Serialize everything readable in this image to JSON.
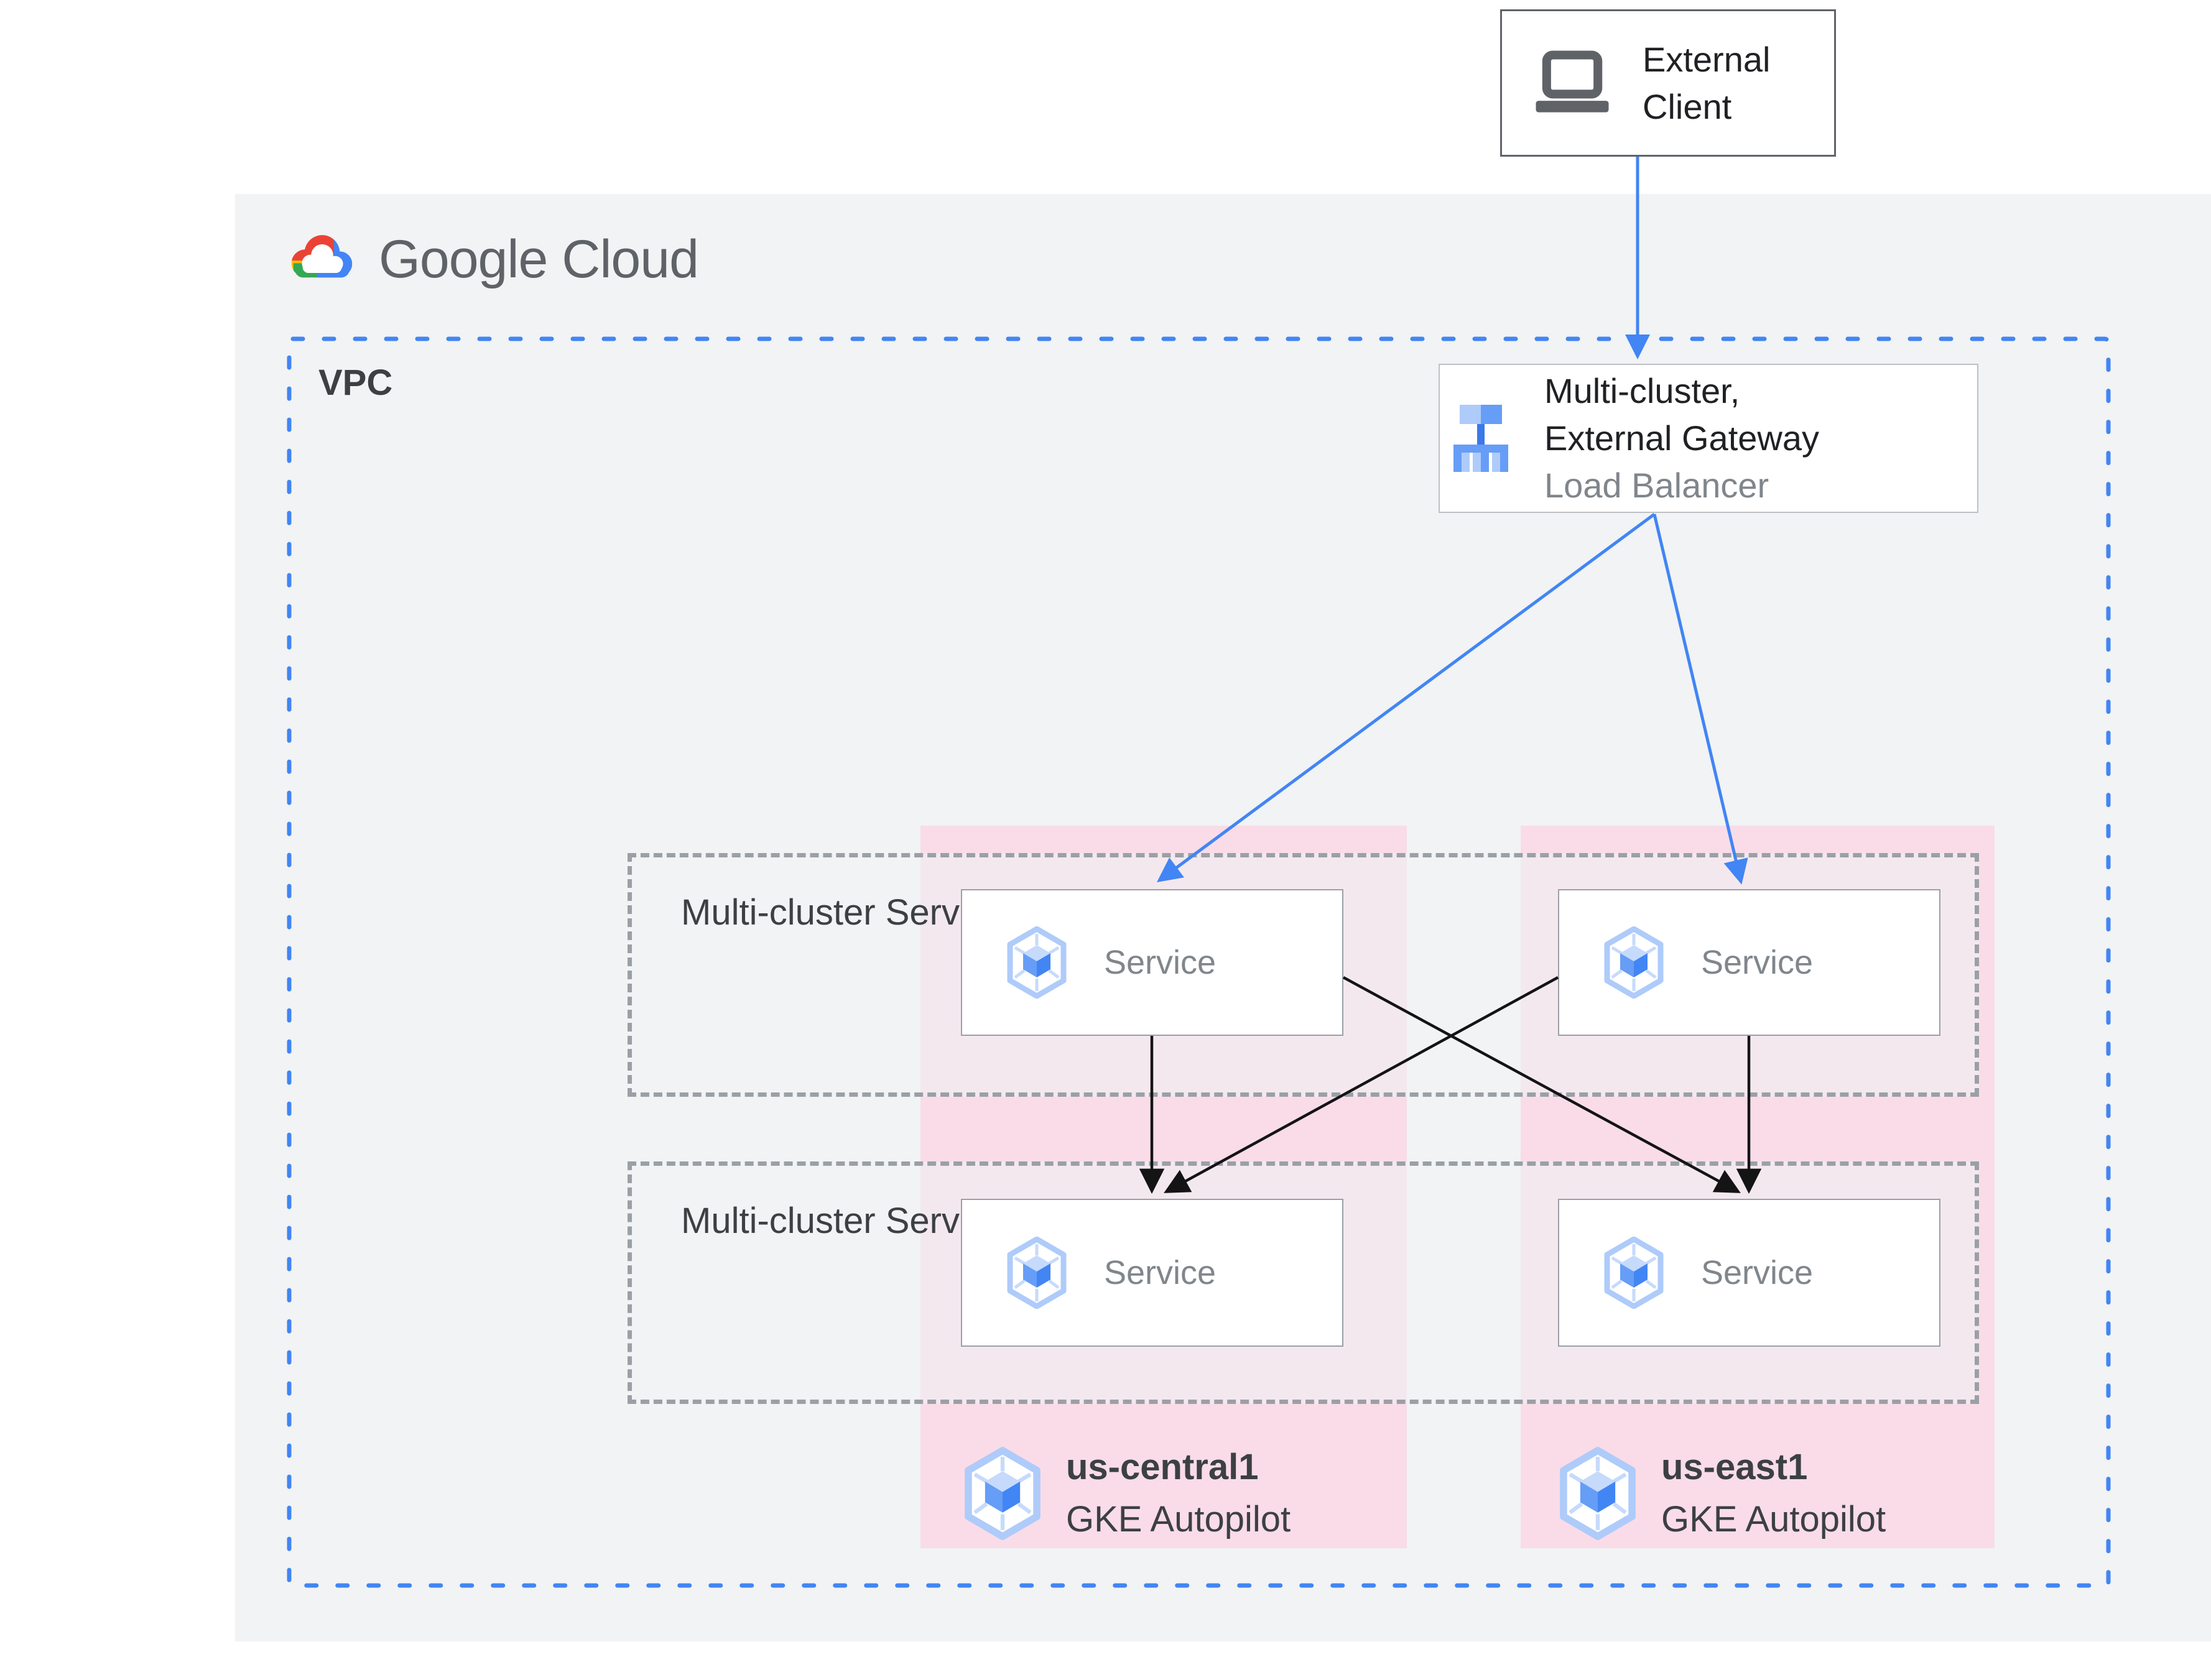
{
  "theme": {
    "blue": "#4285f4",
    "blue-mid": "#669df6",
    "blue-light": "#aecbfa",
    "blue-pale": "#c6dafc",
    "pink": "#f9dce8",
    "panel": "#f1f3f4",
    "dash-gray": "#9aa0a6",
    "text-dark": "#3c4043",
    "text-black": "#202124",
    "text-gray": "#80868b",
    "client-border": "#5f6368",
    "logo-red": "#ea4335",
    "logo-yellow": "#fbbc04",
    "logo-green": "#34a853",
    "logo-gray": "#5f6368",
    "arrow-black": "#141414"
  },
  "header": {
    "logo_text": "Google Cloud"
  },
  "external_client": {
    "line1": "External",
    "line2": "Client"
  },
  "vpc": {
    "label": "VPC"
  },
  "load_balancer": {
    "line1": "Multi-cluster,",
    "line2": "External Gateway",
    "subtitle": "Load Balancer"
  },
  "groups": [
    {
      "label": "Multi-cluster Service"
    },
    {
      "label": "Multi-cluster Service"
    }
  ],
  "services": [
    {
      "label": "Service"
    },
    {
      "label": "Service"
    },
    {
      "label": "Service"
    },
    {
      "label": "Service"
    }
  ],
  "clusters": [
    {
      "region": "us-central1",
      "type": "GKE Autopilot"
    },
    {
      "region": "us-east1",
      "type": "GKE Autopilot"
    }
  ]
}
